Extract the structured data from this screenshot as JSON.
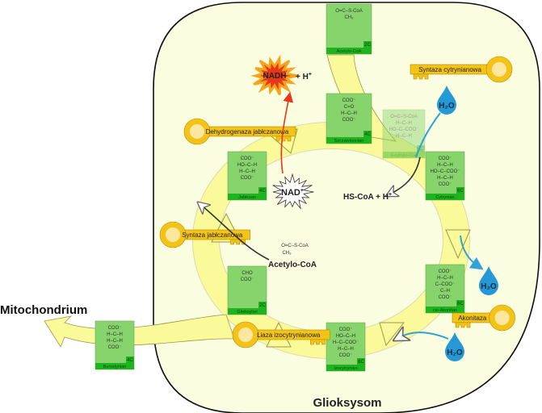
{
  "labels": {
    "organelle": "Glioksysom",
    "mitochondrium": "Mitochondrium",
    "nadh": "NADH",
    "h_plus_nadh": "+ H",
    "h_plus_nadh_sup": "+",
    "nad": "NAD",
    "nad_sup": "+",
    "hscoa": "HS-CoA + H",
    "hscoa_sup": "+",
    "acetyl_coa_input": "Acetylo-CoA",
    "acetyl_coa_formula_1": "O=C–S-CoA",
    "acetyl_coa_formula_2": "CH₃",
    "water": "H₂O"
  },
  "molecules": [
    {
      "id": "acetylo-coa",
      "name": "Acetylo-CoA",
      "carbons": "2C",
      "lines": [
        "O=C–S-CoA",
        "|",
        "CH₃"
      ]
    },
    {
      "id": "szczawiooctan",
      "name": "Szczawiooctan",
      "carbons": "4C",
      "lines": [
        "COO⁻",
        "|",
        "C=O",
        "|",
        "H–C–H",
        "|",
        "COO⁻"
      ]
    },
    {
      "id": "s-cytrylo-coa",
      "name": "S-cytrylo-CoA",
      "carbons": "6C",
      "lines": [
        "O=C–S-CoA",
        "|",
        "H–C–H",
        "|",
        "HO–C–COO⁻",
        "|",
        "H–C–H"
      ]
    },
    {
      "id": "cytrynian",
      "name": "Cytrynian",
      "carbons": "6C",
      "lines": [
        "COO⁻",
        "|",
        "H–C–H",
        "|",
        "HO–C–COO⁻",
        "|",
        "H–C–H",
        "|",
        "COO⁻"
      ]
    },
    {
      "id": "cis-akonitan",
      "name": "cis-Akonitan",
      "carbons": "6C",
      "lines": [
        "COO⁻",
        "|",
        "H–C–H",
        "|",
        "C–COO⁻",
        "||",
        "C–H",
        "|",
        "COO⁻"
      ]
    },
    {
      "id": "izocytrynian",
      "name": "Izocytrynian",
      "carbons": "6C",
      "lines": [
        "COO⁻",
        "|",
        "HO–C–H",
        "|",
        "H–C–COO⁻",
        "|",
        "H–C–H",
        "|",
        "COO⁻"
      ]
    },
    {
      "id": "glioksylan",
      "name": "Glioksylan",
      "carbons": "2C",
      "lines": [
        "CHO",
        "|",
        "COO⁻"
      ]
    },
    {
      "id": "jablczan",
      "name": "Jabłczan",
      "carbons": "4C",
      "lines": [
        "COO⁻",
        "|",
        "HO–C–H",
        "|",
        "H–C–H",
        "|",
        "COO⁻"
      ]
    },
    {
      "id": "bursztynian",
      "name": "Bursztynian",
      "carbons": "4C",
      "lines": [
        "COO⁻",
        "|",
        "H–C–H",
        "|",
        "H–C–H",
        "|",
        "COO⁻"
      ]
    }
  ],
  "enzymes": [
    {
      "id": "syntaza-cytrynianowa",
      "name": "Syntaza cytrynianowa"
    },
    {
      "id": "akonitaza",
      "name": "Akonitaza"
    },
    {
      "id": "liaza-izocytrynianowa",
      "name": "Liaza izocytrynianowa"
    },
    {
      "id": "syntaza-jablczanowa",
      "name": "Syntaza jabłczanowa"
    },
    {
      "id": "dehydrogenaza-jablczanowa",
      "name": "Dehydrogenaza jabłczanowa"
    }
  ],
  "colors": {
    "organelle_fill": "#fbfde0",
    "organelle_stroke": "#111111",
    "arrow_fill": "#fbfa9a",
    "arrow_stroke": "#9a9a4a",
    "molecule_box": "#86d46b",
    "molecule_bar": "#1fb31f",
    "key_fill": "#f3c318",
    "key_inner": "#fbe7a0",
    "water_blue": "#2499d6",
    "nadh_red": "#e8361a",
    "nadh_orange": "#f7a41a"
  }
}
